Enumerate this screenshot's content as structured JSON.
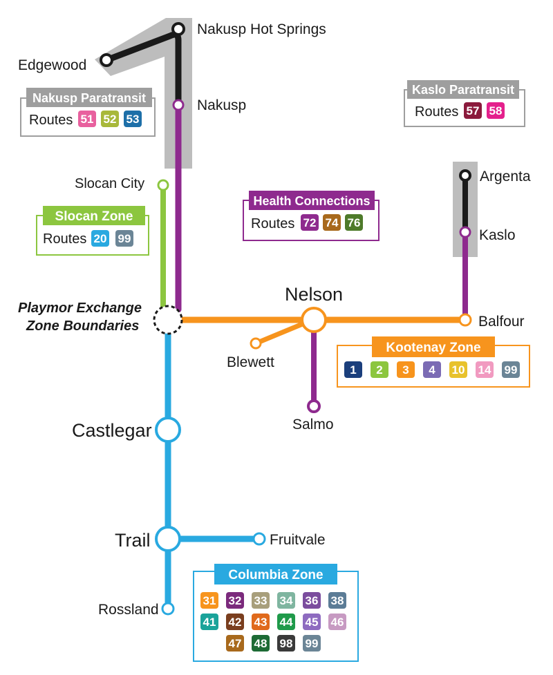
{
  "colors": {
    "nakusp_line": "#1a1a1a",
    "paratransit_band": "#bdbdbd",
    "health": "#8e2a8e",
    "slocan": "#8cc63f",
    "kootenay": "#f7941d",
    "columbia": "#29a9e0"
  },
  "stops": {
    "edgewood": "Edgewood",
    "nakusp_hot_springs": "Nakusp Hot Springs",
    "nakusp": "Nakusp",
    "slocan_city": "Slocan City",
    "argenta": "Argenta",
    "kaslo": "Kaslo",
    "nelson": "Nelson",
    "balfour": "Balfour",
    "blewett": "Blewett",
    "salmo": "Salmo",
    "castlegar": "Castlegar",
    "trail": "Trail",
    "fruitvale": "Fruitvale",
    "rossland": "Rossland"
  },
  "exchange": {
    "line1": "Playmor Exchange",
    "line2": "Zone Boundaries"
  },
  "zones": {
    "nakusp_paratransit": {
      "title": "Nakusp Paratransit",
      "routes_label": "Routes",
      "routes": [
        {
          "num": "51",
          "color": "#e8609e"
        },
        {
          "num": "52",
          "color": "#a8b83a"
        },
        {
          "num": "53",
          "color": "#1d6fa8"
        }
      ]
    },
    "kaslo_paratransit": {
      "title": "Kaslo Paratransit",
      "routes_label": "Routes",
      "routes": [
        {
          "num": "57",
          "color": "#8b1a3c"
        },
        {
          "num": "58",
          "color": "#e4208c"
        }
      ]
    },
    "slocan": {
      "title": "Slocan Zone",
      "routes_label": "Routes",
      "routes": [
        {
          "num": "20",
          "color": "#29a9e0"
        },
        {
          "num": "99",
          "color": "#6b8596"
        }
      ]
    },
    "health": {
      "title": "Health Connections",
      "routes_label": "Routes",
      "routes": [
        {
          "num": "72",
          "color": "#8e2a8e"
        },
        {
          "num": "74",
          "color": "#a8691c"
        },
        {
          "num": "76",
          "color": "#4e7a2a"
        }
      ]
    },
    "kootenay": {
      "title": "Kootenay Zone",
      "routes": [
        {
          "num": "1",
          "color": "#1b3f7c"
        },
        {
          "num": "2",
          "color": "#8cc63f"
        },
        {
          "num": "3",
          "color": "#f7941d"
        },
        {
          "num": "4",
          "color": "#7b6bb4"
        },
        {
          "num": "10",
          "color": "#e8c22c"
        },
        {
          "num": "14",
          "color": "#f19ac0"
        },
        {
          "num": "99",
          "color": "#6b8596"
        }
      ]
    },
    "columbia": {
      "title": "Columbia Zone",
      "rows": [
        [
          {
            "num": "31",
            "color": "#f7941d"
          },
          {
            "num": "32",
            "color": "#7b2a7c"
          },
          {
            "num": "33",
            "color": "#a89f7c"
          },
          {
            "num": "34",
            "color": "#7fb5a0"
          },
          {
            "num": "36",
            "color": "#7b4d9e"
          },
          {
            "num": "38",
            "color": "#5c7c96"
          }
        ],
        [
          {
            "num": "41",
            "color": "#1aa39a"
          },
          {
            "num": "42",
            "color": "#7a3e1e"
          },
          {
            "num": "43",
            "color": "#e06a1c"
          },
          {
            "num": "44",
            "color": "#1f9a4a"
          },
          {
            "num": "45",
            "color": "#8e6bc0"
          },
          {
            "num": "46",
            "color": "#c79ac2"
          }
        ],
        [
          {
            "num": "47",
            "color": "#a8691c"
          },
          {
            "num": "48",
            "color": "#1d6b35"
          },
          {
            "num": "98",
            "color": "#3a3a3a"
          },
          {
            "num": "99",
            "color": "#6b8596"
          }
        ]
      ]
    }
  }
}
